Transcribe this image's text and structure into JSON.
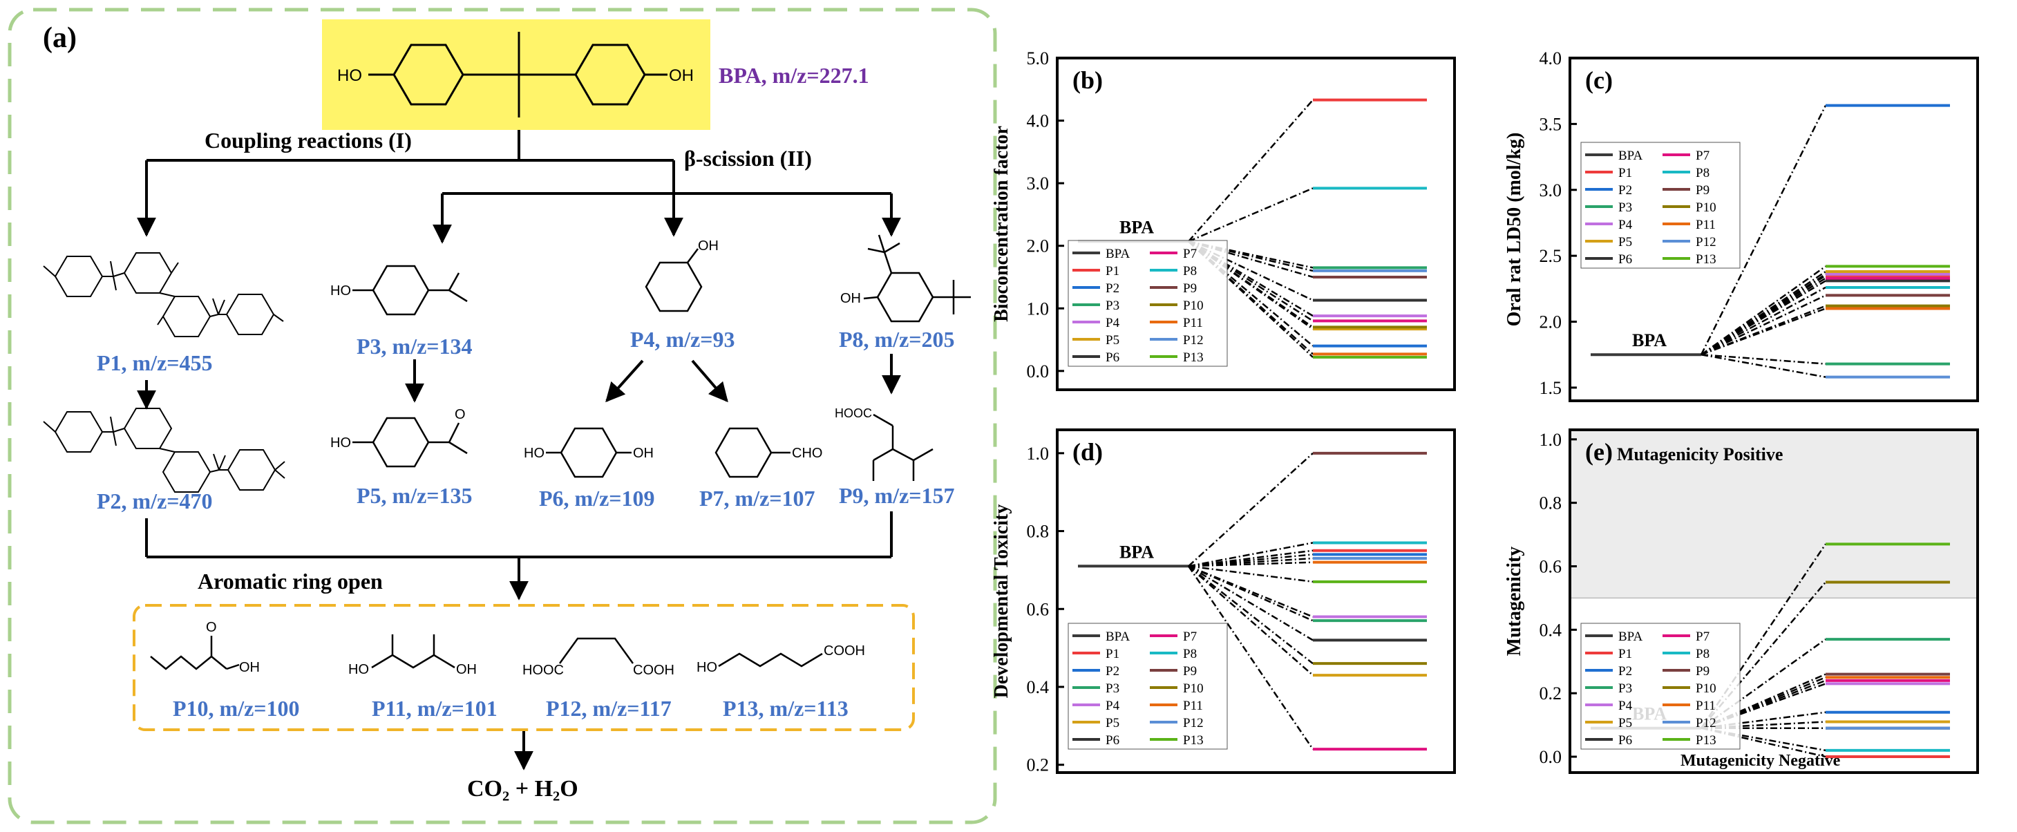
{
  "panel_a": {
    "label": "(a)",
    "bpa_label": "BPA, m/z=227.1",
    "branch_I": "Coupling reactions (I)",
    "branch_II": "β-scission (II)",
    "ring_open": "Aromatic ring open",
    "final": "CO₂ + H₂O",
    "products": {
      "P1": "P1, m/z=455",
      "P2": "P2, m/z=470",
      "P3": "P3, m/z=134",
      "P4": "P4, m/z=93",
      "P5": "P5, m/z=135",
      "P6": "P6, m/z=109",
      "P7": "P7, m/z=107",
      "P8": "P8, m/z=205",
      "P9": "P9, m/z=157",
      "P10": "P10, m/z=100",
      "P11": "P11, m/z=101",
      "P12": "P12, m/z=117",
      "P13": "P13, m/z=113"
    },
    "atom_labels": {
      "oh": "OH",
      "ho": "HO",
      "cho": "CHO",
      "cooh": "COOH",
      "hooc": "HOOC",
      "o": "O"
    },
    "colors": {
      "panel_border": "#a9d18e",
      "highlight": "#fff46a",
      "bpa_text": "#7030a0",
      "product_text": "#4472c4",
      "dash_box": "#f0b429"
    }
  },
  "legend": {
    "left": [
      "BPA",
      "P1",
      "P2",
      "P3",
      "P4",
      "P5",
      "P6"
    ],
    "right": [
      "P7",
      "P8",
      "P9",
      "P10",
      "P11",
      "P12",
      "P13"
    ]
  },
  "series_colors": {
    "BPA": "#3a3a3a",
    "P1": "#ee3b3b",
    "P2": "#1f6fd1",
    "P3": "#2aa36a",
    "P4": "#c070e0",
    "P5": "#d4a017",
    "P6": "#333333",
    "P7": "#e0117f",
    "P8": "#19b9c4",
    "P9": "#7a3f3f",
    "P10": "#8c7a00",
    "P11": "#e86a10",
    "P12": "#5b8fd6",
    "P13": "#5bb318"
  },
  "chart_data": [
    {
      "id": "b",
      "label": "(b)",
      "type": "line",
      "ylabel": "Bioconcentration factor",
      "ylim": [
        -0.3,
        5.0
      ],
      "yticks": [
        "0.0",
        "1.0",
        "2.0",
        "3.0",
        "4.0",
        "5.0"
      ],
      "tick_values": [
        0,
        1,
        2,
        3,
        4,
        5
      ],
      "bpa_value": 2.07,
      "values": {
        "P1": 4.33,
        "P2": 0.4,
        "P3": 1.65,
        "P4": 0.88,
        "P5": 0.67,
        "P6": 1.13,
        "P7": 0.8,
        "P8": 2.92,
        "P9": 1.5,
        "P10": 0.7,
        "P11": 0.27,
        "P12": 1.6,
        "P13": 0.22
      },
      "bpa_tag": "BPA",
      "legend_position": "bottom-left"
    },
    {
      "id": "c",
      "label": "(c)",
      "type": "line",
      "ylabel": "Oral rat LD50 (mol/kg)",
      "ylim": [
        1.4,
        4.0
      ],
      "yticks": [
        "1.5",
        "2.0",
        "2.5",
        "3.0",
        "3.5",
        "4.0"
      ],
      "tick_values": [
        1.5,
        2.0,
        2.5,
        3.0,
        3.5,
        4.0
      ],
      "bpa_value": 1.75,
      "values": {
        "P1": 2.35,
        "P2": 3.64,
        "P3": 1.68,
        "P4": 2.36,
        "P5": 2.38,
        "P6": 2.31,
        "P7": 2.33,
        "P8": 2.26,
        "P9": 2.2,
        "P10": 2.12,
        "P11": 2.1,
        "P12": 1.58,
        "P13": 2.42
      },
      "bpa_tag": "BPA",
      "legend_position": "top-left"
    },
    {
      "id": "d",
      "label": "(d)",
      "type": "line",
      "ylabel": "Developmental Toxicity",
      "ylim": [
        0.18,
        1.06
      ],
      "yticks": [
        "0.2",
        "0.4",
        "0.6",
        "0.8",
        "1.0"
      ],
      "tick_values": [
        0.2,
        0.4,
        0.6,
        0.8,
        1.0
      ],
      "bpa_value": 0.71,
      "values": {
        "P1": 0.75,
        "P2": 0.74,
        "P3": 0.57,
        "P4": 0.58,
        "P5": 0.43,
        "P6": 0.52,
        "P7": 0.24,
        "P8": 0.77,
        "P9": 1.0,
        "P10": 0.46,
        "P11": 0.72,
        "P12": 0.73,
        "P13": 0.67
      },
      "bpa_tag": "BPA",
      "legend_position": "bottom-left"
    },
    {
      "id": "e",
      "label": "(e)",
      "type": "line",
      "ylabel": "Mutagenicity",
      "ylim": [
        -0.05,
        1.03
      ],
      "yticks": [
        "0.0",
        "0.2",
        "0.4",
        "0.6",
        "0.8",
        "1.0"
      ],
      "tick_values": [
        0,
        0.2,
        0.4,
        0.6,
        0.8,
        1.0
      ],
      "bpa_value": 0.09,
      "values": {
        "P1": 0.0,
        "P2": 0.14,
        "P3": 0.37,
        "P4": 0.23,
        "P5": 0.11,
        "P6": 0.09,
        "P7": 0.24,
        "P8": 0.02,
        "P9": 0.26,
        "P10": 0.55,
        "P11": 0.25,
        "P12": 0.09,
        "P13": 0.67
      },
      "bpa_tag": "BPA",
      "threshold": 0.5,
      "positive_label": "Mutagenicity Positive",
      "negative_label": "Mutagenicity Negative",
      "legend_position": "bottom-left"
    }
  ]
}
